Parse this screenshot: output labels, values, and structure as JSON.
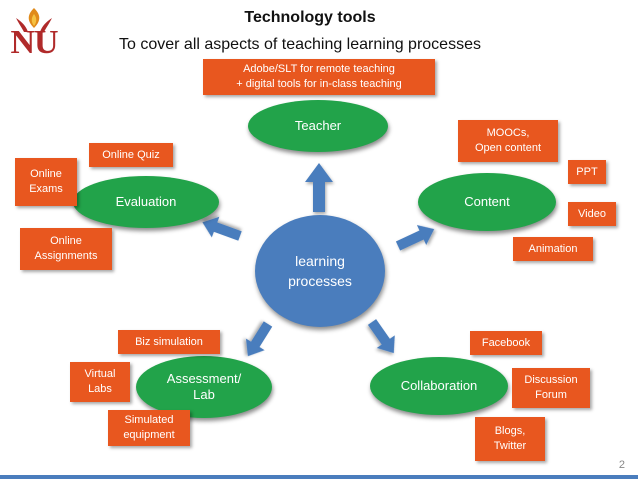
{
  "header": {
    "logo_text": "NU",
    "title": "Technology tools",
    "subtitle": "To cover all aspects of teaching learning processes"
  },
  "center": {
    "label": "learning\nprocesses"
  },
  "nodes": {
    "teacher": "Teacher",
    "content": "Content",
    "evaluation": "Evaluation",
    "assessment": "Assessment/\nLab",
    "collaboration": "Collaboration"
  },
  "tags": {
    "adobe": "Adobe/SLT for remote teaching\n+ digital tools for in-class teaching",
    "moocs": "MOOCs,\nOpen content",
    "ppt": "PPT",
    "video": "Video",
    "animation": "Animation",
    "online_quiz": "Online Quiz",
    "online_exams": "Online\nExams",
    "online_assignments": "Online\nAssignments",
    "biz_simulation": "Biz simulation",
    "virtual_labs": "Virtual\nLabs",
    "simulated_equipment": "Simulated\nequipment",
    "facebook": "Facebook",
    "discussion_forum": "Discussion\nForum",
    "blogs_twitter": "Blogs,\nTwitter"
  },
  "footer": {
    "page_number": "2"
  },
  "colors": {
    "green": "#22a34a",
    "blue": "#4a7dbd",
    "orange": "#e8571f",
    "logo_red": "#b02a2a"
  }
}
